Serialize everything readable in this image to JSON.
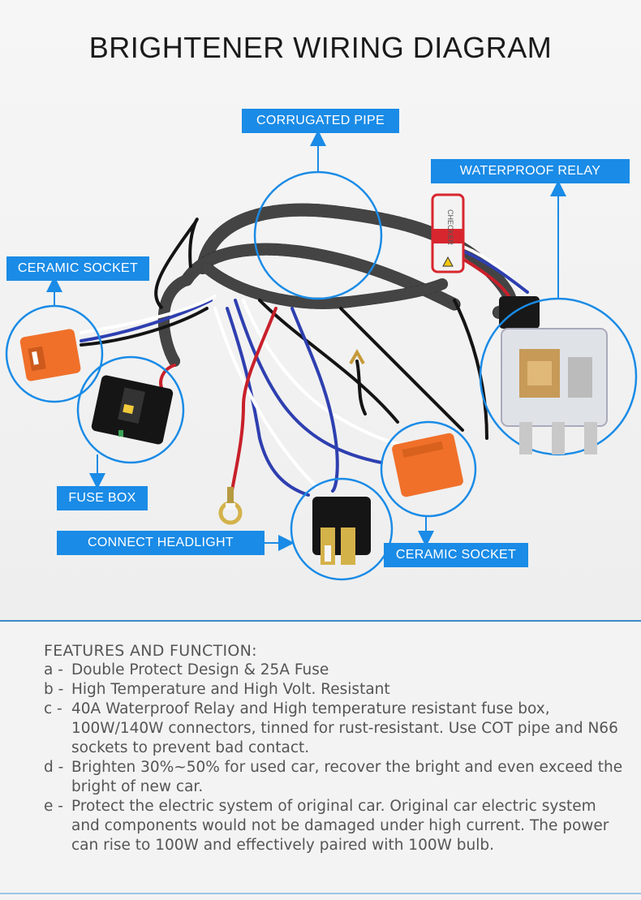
{
  "title": "BRIGHTENER WIRING DIAGRAM",
  "labels": {
    "corrugated_pipe": "CORRUGATED PIPE",
    "waterproof_relay": "WATERPROOF RELAY",
    "ceramic_socket_left": "CERAMIC SOCKET",
    "fuse_box": "FUSE BOX",
    "connect_headlight": "CONNECT HEADLIGHT",
    "ceramic_socket_right": "CERAMIC SOCKET"
  },
  "relay_tag_text": "CHECKER",
  "features": {
    "heading": "FEATURES AND FUNCTION:",
    "items": [
      {
        "key": "a - ",
        "text": "Double Protect Design & 25A Fuse"
      },
      {
        "key": "b - ",
        "text": "High Temperature and High Volt. Resistant"
      },
      {
        "key": "c - ",
        "text": "40A Waterproof Relay and High temperature resistant fuse box, 100W/140W connectors, tinned for rust-resistant. Use COT pipe and N66 sockets to prevent bad contact."
      },
      {
        "key": "d - ",
        "text": "Brighten 30%~50% for used car, recover the bright and even exceed the bright of new car."
      },
      {
        "key": "e - ",
        "text": "Protect the electric system of original car. Original car electric system and components would not be damaged under high current. The power can rise to 100W and effectively paired with 100W bulb."
      }
    ]
  },
  "colors": {
    "label_blue": "#1a8be6",
    "socket_orange": "#f0702a",
    "cable_black": "#141414",
    "wire_red": "#c8202a",
    "wire_blue": "#2e3fb0",
    "wire_white": "#ffffff",
    "relay_tag_red": "#d8262e"
  },
  "icons": [
    "arrow-up-icon",
    "arrow-down-icon",
    "arrow-right-icon",
    "warning-triangle-icon"
  ]
}
